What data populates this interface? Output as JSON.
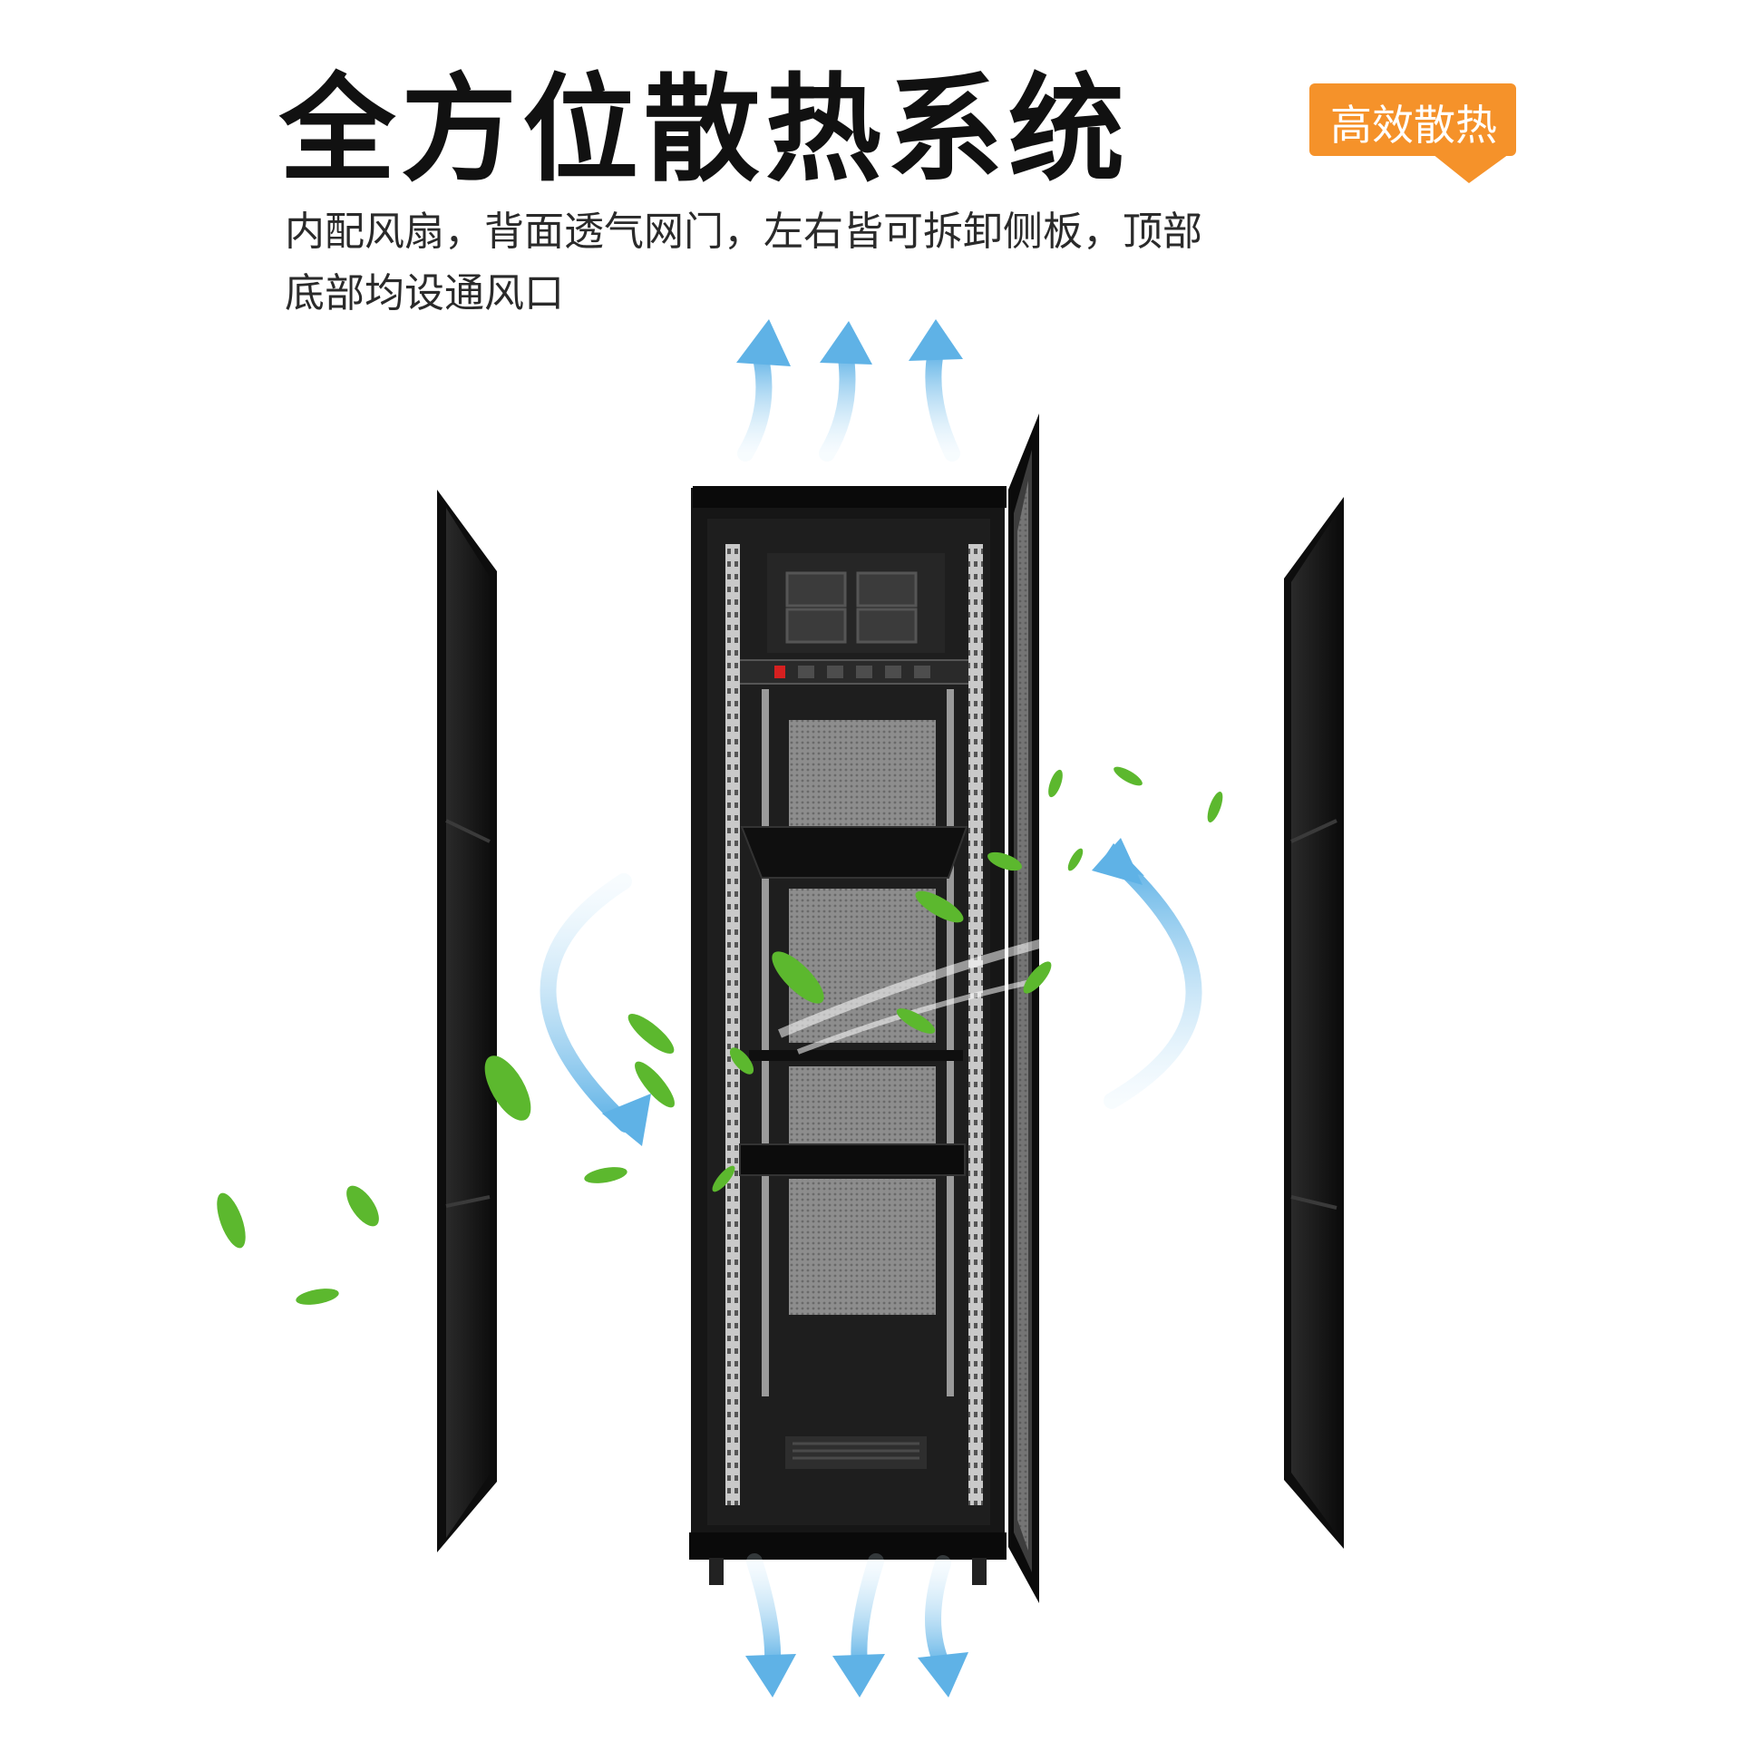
{
  "heading": {
    "title": "全方位散热系统",
    "description_line1": "内配风扇，背面透气网门，左右皆可拆卸侧板，顶部",
    "description_line2": "底部均设通风口"
  },
  "badge": {
    "label": "高效散热",
    "color": "#f5922a"
  },
  "colors": {
    "cabinet": "#151515",
    "airflow_arrow": "#7ec3ec",
    "leaf": "#5cb82e",
    "power_switch": "#d62020"
  },
  "illustration": {
    "subject": "server-rack-cabinet",
    "icons": [
      "airflow-arrow-icon",
      "leaf-icon",
      "fan-icon",
      "power-strip-icon"
    ]
  }
}
